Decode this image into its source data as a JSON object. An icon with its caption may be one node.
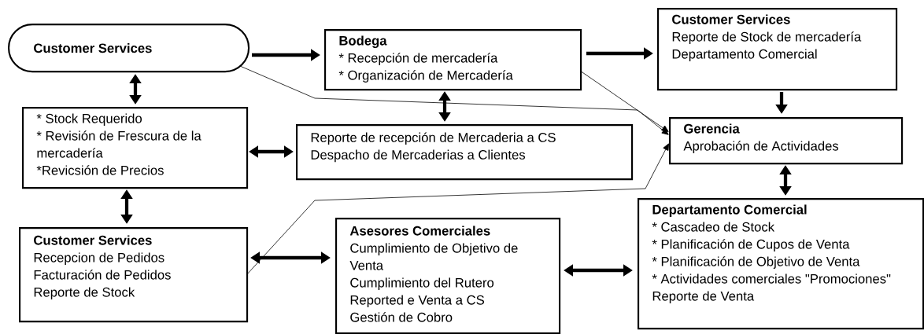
{
  "diagram": {
    "nodes": [
      {
        "text": [
          "Customer Services"
        ]
      },
      {
        "text": [
          "Bodega",
          "* Recepción de mercadería",
          "* Organización de Mercadería"
        ]
      },
      {
        "text": [
          "Customer Services",
          "Reporte de Stock de mercadería Departamento Comercial"
        ]
      },
      {
        "text": [
          "* Stock Requerido",
          "* Revisión de Frescura de la mercadería",
          "*Revicsión de Precios"
        ]
      },
      {
        "text": [
          "Reporte de recepción de Mercaderia a CS",
          "Despacho de Mercaderias a Clientes"
        ]
      },
      {
        "text": [
          "Gerencia",
          "Aprobación de Actividades"
        ]
      },
      {
        "text": [
          "Customer Services",
          "Recepcion de Pedidos",
          "Facturación de Pedidos",
          "Reporte de Stock"
        ]
      },
      {
        "text": [
          "Asesores Comerciales",
          "Cumplimiento de Objetivo de Venta",
          "Cumplimiento del Rutero",
          "Reported e Venta a CS",
          "Gestión de Cobro"
        ]
      },
      {
        "text": [
          "Departamento Comercial",
          "* Cascadeo de Stock",
          "* Planificación de Cupos de Venta",
          "* Planificación de Objetivo de Venta",
          "* Actividades comerciales \"Promociones\"",
          "Reporte de Venta"
        ]
      }
    ],
    "edges": [
      {
        "from": 0,
        "to": 1,
        "arrow": "to"
      },
      {
        "from": 1,
        "to": 2,
        "arrow": "to"
      },
      {
        "from": 2,
        "to": 5,
        "arrow": "to"
      },
      {
        "from": 0,
        "to": 3,
        "arrow": "both"
      },
      {
        "from": 1,
        "to": 4,
        "arrow": "both"
      },
      {
        "from": 3,
        "to": 4,
        "arrow": "both"
      },
      {
        "from": 5,
        "to": 8,
        "arrow": "both"
      },
      {
        "from": 3,
        "to": 6,
        "arrow": "both"
      },
      {
        "from": 6,
        "to": 7,
        "arrow": "both"
      },
      {
        "from": 7,
        "to": 8,
        "arrow": "both"
      },
      {
        "from": 0,
        "to": 5,
        "arrow": "to"
      },
      {
        "from": 1,
        "to": 5,
        "arrow": "to"
      },
      {
        "from": 6,
        "to": 5,
        "arrow": "to"
      }
    ]
  }
}
